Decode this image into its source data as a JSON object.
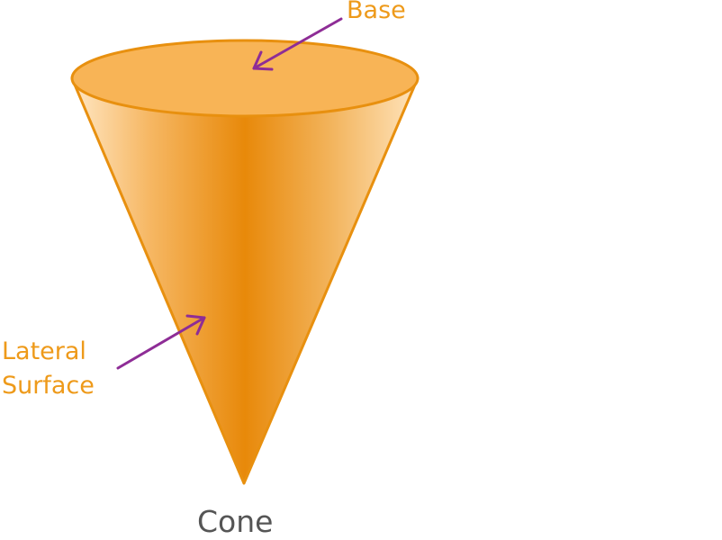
{
  "labels": {
    "base": "Base",
    "lateral_line1": "Lateral",
    "lateral_line2": "Surface",
    "title": "Cone"
  },
  "colors": {
    "label": "#ee9a1a",
    "title": "#555555",
    "arrow": "#8e2d96",
    "outline": "#e8900f",
    "base_fill": "#f8b456",
    "surface_dark": "#e8900c",
    "surface_light": "#fde1b6"
  },
  "icons": {
    "arrow": "arrow-icon"
  }
}
